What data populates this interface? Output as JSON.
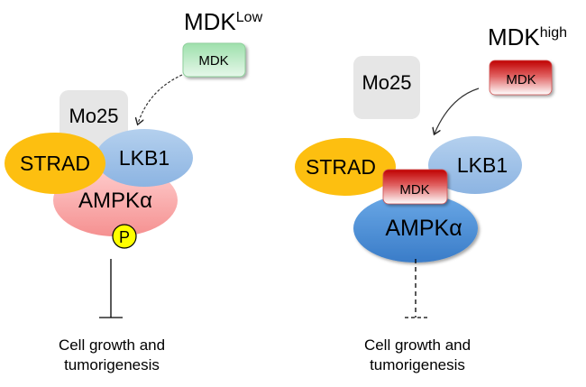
{
  "left_panel": {
    "title_main": "MDK",
    "title_sup": "Low",
    "mdk_box": "MDK",
    "mo25": "Mo25",
    "strad": "STRAD",
    "lkb1": "LKB1",
    "ampk": "AMPKα",
    "phospho": "P",
    "outcome_line1": "Cell growth and",
    "outcome_line2": "tumorigenesis",
    "colors": {
      "mdk": "#a8e6b4",
      "ampk": "#f5a0a0",
      "strad": "#fdbf10",
      "lkb1": "#9dc0e6",
      "mo25": "#e6e6e6",
      "phospho": "#ffff00"
    }
  },
  "right_panel": {
    "title_main": "MDK",
    "title_sup": "high",
    "mdk_box": "MDK",
    "mo25": "Mo25",
    "strad": "STRAD",
    "lkb1": "LKB1",
    "mdk_bound": "MDK",
    "ampk": "AMPKα",
    "outcome_line1": "Cell growth and",
    "outcome_line2": "tumorigenesis",
    "colors": {
      "mdk": "#c00000",
      "ampk": "#4a8fd6",
      "strad": "#fdbf10",
      "lkb1": "#9dc0e6",
      "mo25": "#e6e6e6"
    }
  }
}
